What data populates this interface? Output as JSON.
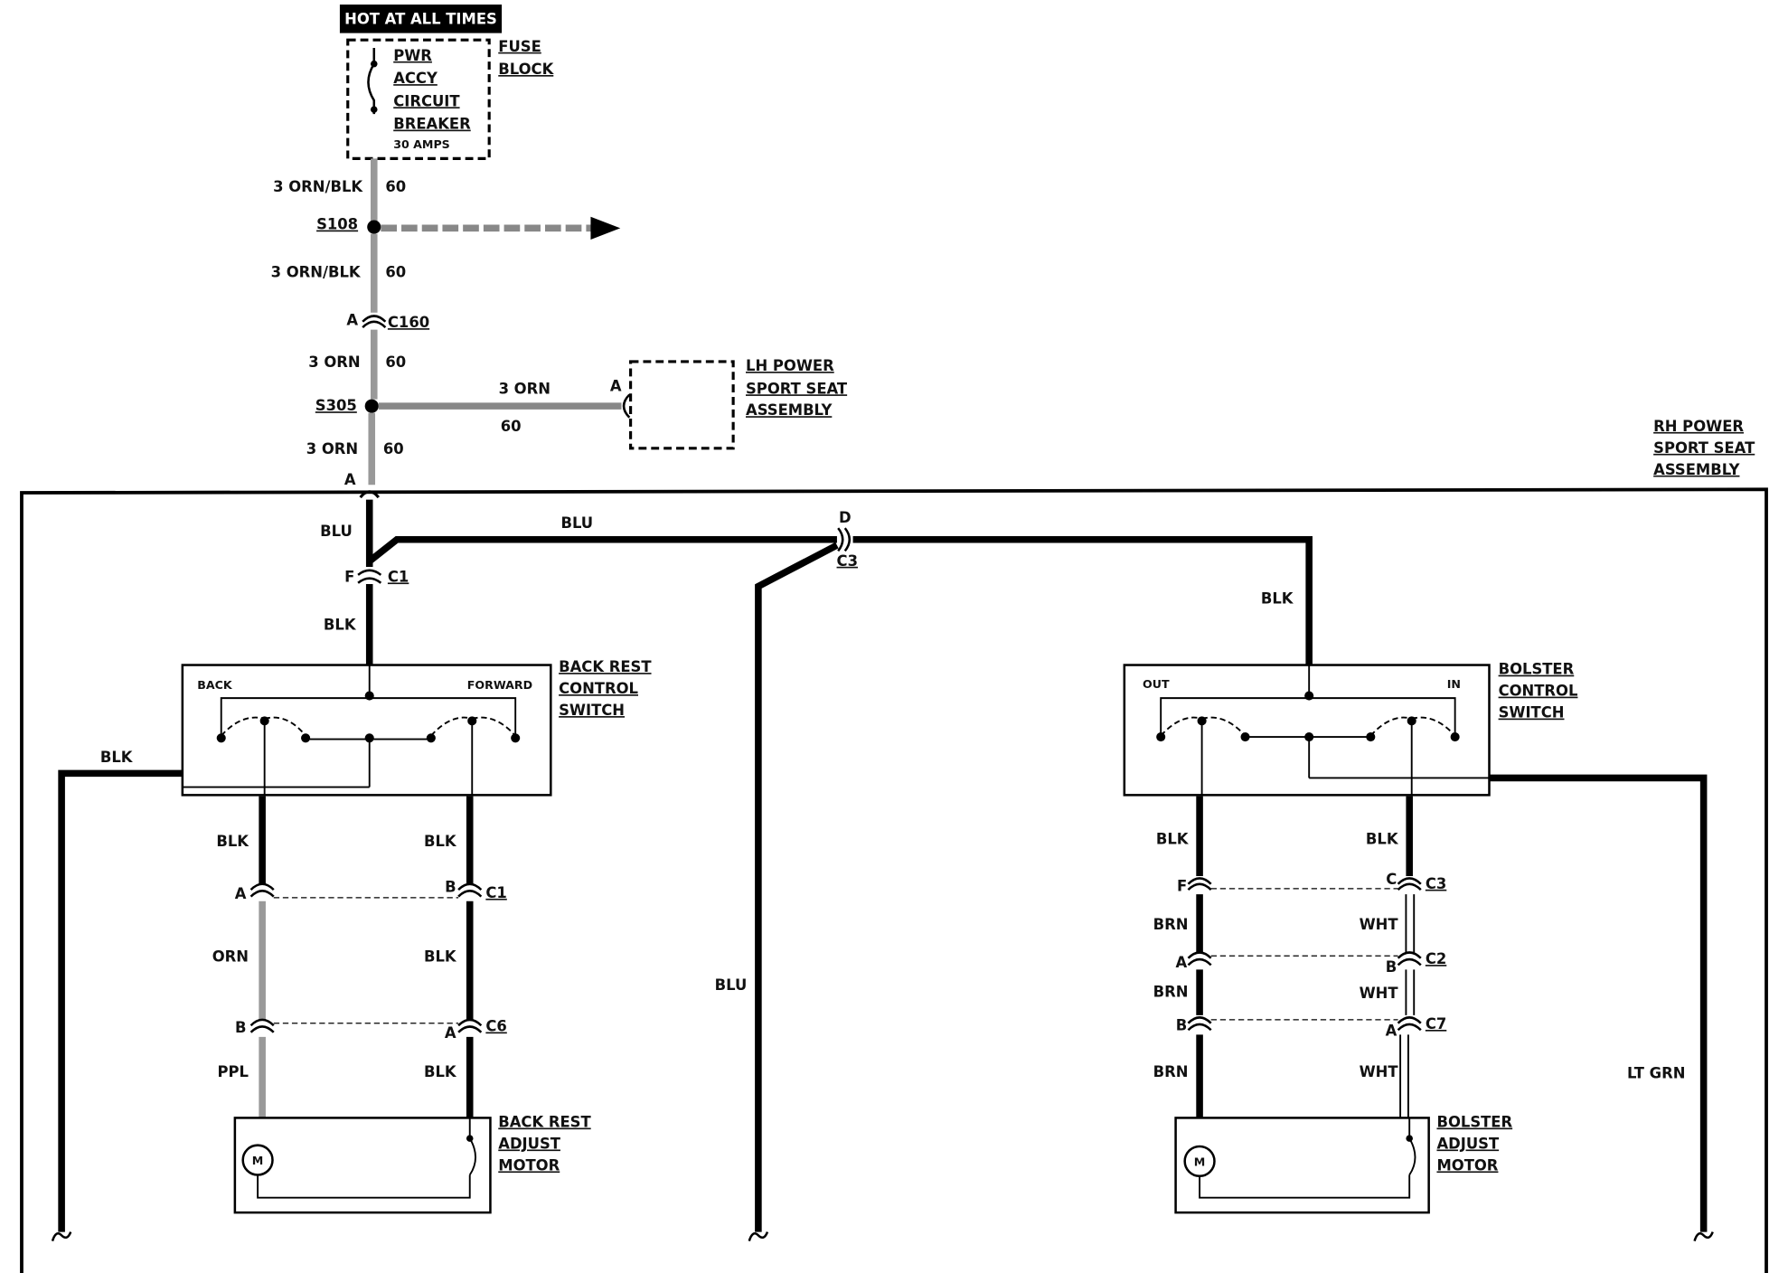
{
  "header": {
    "hot_at_all_times": "HOT AT ALL TIMES"
  },
  "fuse_block": {
    "label_line1": "FUSE",
    "label_line2": "BLOCK",
    "breaker_line1": "PWR",
    "breaker_line2": "ACCY",
    "breaker_line3": "CIRCUIT",
    "breaker_line4": "BREAKER",
    "breaker_rating": "30 AMPS"
  },
  "wires": {
    "w1_left": "3 ORN/BLK",
    "w1_right": "60",
    "s108": "S108",
    "w2_left": "3 ORN/BLK",
    "w2_right": "60",
    "c160_pin": "A",
    "c160": "C160",
    "w3_left": "3 ORN",
    "w3_right": "60",
    "s305": "S305",
    "lh_wire_top": "3 ORN",
    "lh_wire_bottom": "60",
    "lh_pin": "A",
    "w4_left": "3 ORN",
    "w4_right": "60",
    "main_pin": "A",
    "blu_left": "BLU",
    "blu_mid": "BLU",
    "c1_pin": "F",
    "c1": "C1",
    "blk_under_c1": "BLK",
    "c3_pin": "D",
    "c3": "C3",
    "blk_right_top": "BLK",
    "blk_left_edge": "BLK",
    "blu_center": "BLU",
    "lt_grn": "LT GRN"
  },
  "lh_seat": {
    "line1": "LH POWER",
    "line2": "SPORT SEAT",
    "line3": "ASSEMBLY"
  },
  "rh_seat": {
    "line1": "RH POWER",
    "line2": "SPORT SEAT",
    "line3": "ASSEMBLY"
  },
  "backrest_switch": {
    "label1": "BACK REST",
    "label2": "CONTROL",
    "label3": "SWITCH",
    "back": "BACK",
    "forward": "FORWARD"
  },
  "bolster_switch": {
    "label1": "BOLSTER",
    "label2": "CONTROL",
    "label3": "SWITCH",
    "out": "OUT",
    "in": "IN"
  },
  "backrest_wiring": {
    "l_blk": "BLK",
    "r_blk": "BLK",
    "c1_left_pin": "A",
    "c1_right_pin": "B",
    "c1": "C1",
    "orn": "ORN",
    "blk_mid": "BLK",
    "c6_left_pin": "B",
    "c6_right_pin": "A",
    "c6": "C6",
    "ppl": "PPL",
    "blk_low": "BLK"
  },
  "bolster_wiring": {
    "l_blk": "BLK",
    "r_blk": "BLK",
    "c3_left_pin": "F",
    "c3_right_pin": "C",
    "c3": "C3",
    "brn1": "BRN",
    "wht1": "WHT",
    "c2_left_pin": "A",
    "c2_right_pin": "B",
    "c2": "C2",
    "brn2": "BRN",
    "wht2": "WHT",
    "c7_left_pin": "B",
    "c7_right_pin": "A",
    "c7": "C7",
    "brn3": "BRN",
    "wht3": "WHT"
  },
  "backrest_motor": {
    "line1": "BACK REST",
    "line2": "ADJUST",
    "line3": "MOTOR",
    "m": "M"
  },
  "bolster_motor": {
    "line1": "BOLSTER",
    "line2": "ADJUST",
    "line3": "MOTOR",
    "m": "M"
  }
}
